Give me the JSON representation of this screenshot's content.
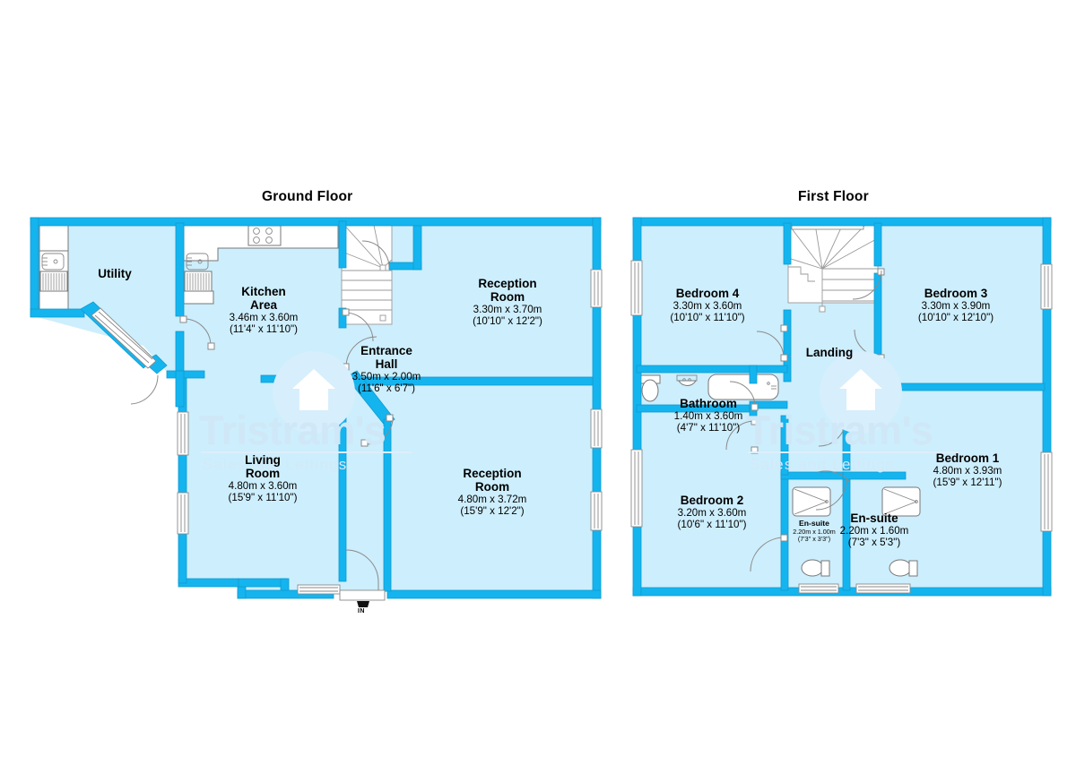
{
  "document": {
    "type": "estate-agent-floorplan",
    "branding": {
      "watermark_word": "Tristram's",
      "watermark_tagline": "Sales and Lettings",
      "watermark_color": "#cfe7f7",
      "logo_icon": "house-in-circle-icon"
    },
    "colors": {
      "wall": "#14b4ef",
      "wall_stroke": "#0a8fc4",
      "room_fill": "#cdeefc",
      "fixture_stroke": "#6b6b6b",
      "text": "#000000",
      "page_background": "#ffffff"
    }
  },
  "floors": [
    {
      "id": "ground",
      "title": "Ground Floor",
      "entrance_marker": "IN",
      "rooms": [
        {
          "id": "utility",
          "name": "Utility",
          "metric": "",
          "imperial": ""
        },
        {
          "id": "kitchen-area",
          "name": "Kitchen\nArea",
          "name_line1": "Kitchen",
          "name_line2": "Area",
          "metric": "3.46m x 3.60m",
          "imperial": "(11'4\" x 11'10\")"
        },
        {
          "id": "reception-room-upper",
          "name_line1": "Reception",
          "name_line2": "Room",
          "metric": "3.30m x 3.70m",
          "imperial": "(10'10\" x 12'2\")"
        },
        {
          "id": "entrance-hall",
          "name_line1": "Entrance",
          "name_line2": "Hall",
          "metric": "3.50m x 2.00m",
          "imperial": "(11'6\" x 6'7\")"
        },
        {
          "id": "living-room",
          "name_line1": "Living",
          "name_line2": "Room",
          "metric": "4.80m x 3.60m",
          "imperial": "(15'9\" x 11'10\")"
        },
        {
          "id": "reception-room-lower",
          "name_line1": "Reception",
          "name_line2": "Room",
          "metric": "4.80m x 3.72m",
          "imperial": "(15'9\" x 12'2\")"
        }
      ]
    },
    {
      "id": "first",
      "title": "First Floor",
      "rooms": [
        {
          "id": "bedroom-4",
          "name": "Bedroom 4",
          "metric": "3.30m x 3.60m",
          "imperial": "(10'10\" x 11'10\")"
        },
        {
          "id": "bedroom-3",
          "name": "Bedroom 3",
          "metric": "3.30m x 3.90m",
          "imperial": "(10'10\" x 12'10\")"
        },
        {
          "id": "landing",
          "name": "Landing",
          "metric": "",
          "imperial": ""
        },
        {
          "id": "bathroom",
          "name": "Bathroom",
          "metric": "1.40m x 3.60m",
          "imperial": "(4'7\" x 11'10\")"
        },
        {
          "id": "bedroom-1",
          "name": "Bedroom 1",
          "metric": "4.80m x 3.93m",
          "imperial": "(15'9\" x 12'11\")"
        },
        {
          "id": "bedroom-2",
          "name": "Bedroom 2",
          "metric": "3.20m x 3.60m",
          "imperial": "(10'6\" x 11'10\")"
        },
        {
          "id": "en-suite-small",
          "name": "En-suite",
          "metric": "2.20m x 1.00m",
          "imperial": "(7'3\" x 3'3\")"
        },
        {
          "id": "en-suite-large",
          "name": "En-suite",
          "metric": "2.20m x 1.60m",
          "imperial": "(7'3\" x 5'3\")"
        }
      ]
    }
  ]
}
